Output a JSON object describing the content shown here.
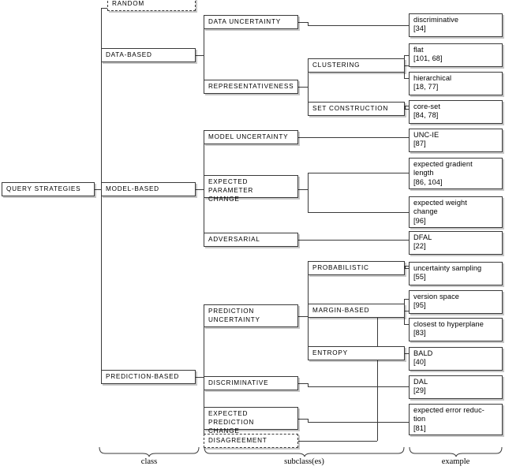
{
  "diagram": {
    "title": "QUERY STRATEGIES",
    "root": {
      "label": "QUERY STRATEGIES"
    },
    "classes": [
      {
        "label": "RANDOM",
        "style": "dashed"
      },
      {
        "label": "DATA-BASED",
        "style": "solid"
      },
      {
        "label": "MODEL-BASED",
        "style": "solid"
      },
      {
        "label": "PREDICTION-BASED",
        "style": "solid"
      }
    ],
    "subclasses": [
      {
        "label": "DATA UNCERTAINTY",
        "style": "solid",
        "level": 1
      },
      {
        "label": "REPRESENTATIVENESS",
        "style": "solid",
        "level": 1
      },
      {
        "label": "CLUSTERING",
        "style": "solid",
        "level": 2
      },
      {
        "label": "SET CONSTRUCTION",
        "style": "solid",
        "level": 2
      },
      {
        "label": "MODEL UNCERTAINTY",
        "style": "solid",
        "level": 1
      },
      {
        "label": "EXPECTED PARAMETER\nCHANGE",
        "style": "solid",
        "level": 1
      },
      {
        "label": "ADVERSARIAL",
        "style": "solid",
        "level": 1
      },
      {
        "label": "PREDICTION\nUNCERTAINTY",
        "style": "solid",
        "level": 1
      },
      {
        "label": "PROBABILISTIC",
        "style": "solid",
        "level": 2
      },
      {
        "label": "MARGIN-BASED",
        "style": "solid",
        "level": 2
      },
      {
        "label": "ENTROPY",
        "style": "solid",
        "level": 2
      },
      {
        "label": "DISCRIMINATIVE",
        "style": "solid",
        "level": 1
      },
      {
        "label": "EXPECTED PREDICTION\nCHANGE",
        "style": "solid",
        "level": 1
      },
      {
        "label": "DISAGREEMENT",
        "style": "dashed",
        "level": 1
      }
    ],
    "examples": [
      {
        "name": "discriminative",
        "refs": "[34]"
      },
      {
        "name": "flat",
        "refs": "[101, 68]"
      },
      {
        "name": "hierarchical",
        "refs": "[18, 77]"
      },
      {
        "name": "core-set",
        "refs": "[84, 78]"
      },
      {
        "name": "UNC-IE",
        "refs": "[87]"
      },
      {
        "name": "expected gradient\nlength",
        "refs": "[86, 104]"
      },
      {
        "name": "expected weight\nchange",
        "refs": "[96]"
      },
      {
        "name": "DFAL",
        "refs": "[22]"
      },
      {
        "name": "uncertainty sampling",
        "refs": "[55]"
      },
      {
        "name": "version space",
        "refs": "[95]"
      },
      {
        "name": "closest to hyperplane",
        "refs": "[83]"
      },
      {
        "name": "BALD",
        "refs": "[40]"
      },
      {
        "name": "DAL",
        "refs": "[29]"
      },
      {
        "name": "expected error reduc-\ntion",
        "refs": "[81]"
      }
    ],
    "legend": [
      {
        "label": "class"
      },
      {
        "label": "subclass(es)"
      },
      {
        "label": "example"
      }
    ]
  }
}
